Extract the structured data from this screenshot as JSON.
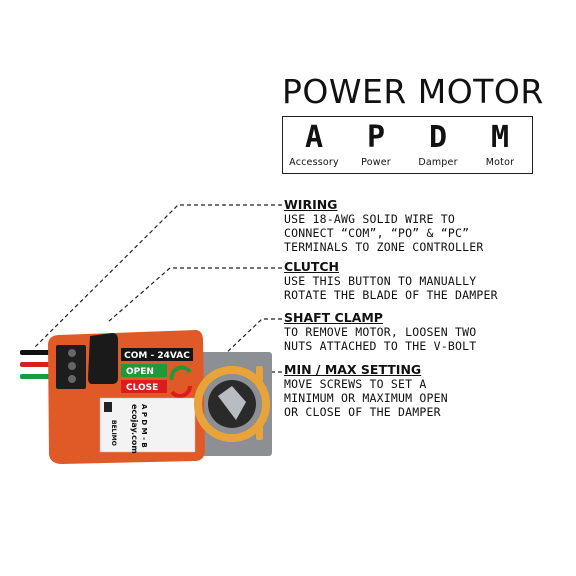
{
  "title": "POWER MOTOR",
  "acronym": [
    {
      "letter": "A",
      "word": "Accessory"
    },
    {
      "letter": "P",
      "word": "Power"
    },
    {
      "letter": "D",
      "word": "Damper"
    },
    {
      "letter": "M",
      "word": "Motor"
    }
  ],
  "callouts": [
    {
      "heading": "WIRING",
      "lines": [
        "USE 18-AWG SOLID WIRE TO",
        "CONNECT “COM”, “PO” & “PC”",
        "TERMINALS TO ZONE CONTROLLER"
      ]
    },
    {
      "heading": "CLUTCH",
      "lines": [
        "USE THIS BUTTON TO MANUALLY",
        "ROTATE THE BLADE OF THE DAMPER"
      ]
    },
    {
      "heading": "SHAFT CLAMP",
      "lines": [
        "TO REMOVE MOTOR, LOOSEN TWO",
        "NUTS ATTACHED TO THE V-BOLT"
      ]
    },
    {
      "heading": "MIN / MAX SETTING",
      "lines": [
        "MOVE SCREWS TO SET A",
        "MINIMUM OR MAXIMUM OPEN",
        "OR CLOSE OF THE DAMPER"
      ]
    }
  ],
  "device": {
    "terminal_label": "COM - 24VAC",
    "open_label": "OPEN",
    "close_label": "CLOSE",
    "brand": "ecojay.com",
    "model": "A P D M - B",
    "maker": "BELIMO",
    "colors": {
      "housing": "#e05a28",
      "open_green": "#1e9a3a",
      "close_red": "#d81e1e",
      "bracket_gray": "#8c8f94",
      "clamp_orange": "#e8a33a",
      "wire_black": "#111111",
      "wire_red": "#d42020",
      "wire_green": "#1c9a3c"
    }
  }
}
